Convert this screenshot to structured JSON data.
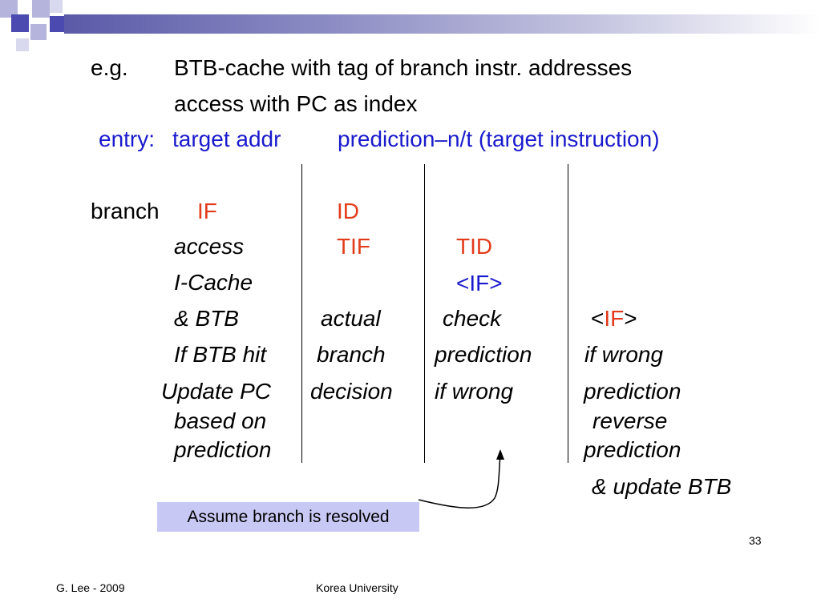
{
  "header": {
    "eg": "e.g.",
    "line1": "BTB-cache with tag of branch instr. addresses",
    "line2": "access with PC as index",
    "entry_label": "entry:",
    "entry_target": "target addr",
    "entry_prediction": "prediction–n/t (target instruction)"
  },
  "pipeline": {
    "branch": "branch",
    "col1": {
      "stage": "IF",
      "lines": [
        "access",
        "I-Cache",
        "& BTB",
        "If BTB hit",
        "Update PC",
        "based on",
        "prediction"
      ]
    },
    "col2": {
      "stage1": "ID",
      "stage2": "TIF",
      "lines": [
        "actual",
        "branch",
        "decision"
      ]
    },
    "col3": {
      "stage": "TID",
      "if_tag": "<IF>",
      "lines": [
        "check",
        "prediction",
        "if wrong"
      ]
    },
    "col4": {
      "if_open": "<",
      "if_text": "IF",
      "if_close": ">",
      "lines": [
        "if wrong",
        "prediction",
        "reverse",
        "prediction",
        "& update BTB"
      ]
    }
  },
  "callout": "Assume branch is resolved",
  "footer": {
    "page_number": "33",
    "author": "G. Lee - 2009",
    "institution": "Korea University"
  },
  "colors": {
    "blue_text": "#1a1acd",
    "red_text": "#e23b1a",
    "callout_bg": "#c8c8f4",
    "deco_dark": "#4a4ab0",
    "deco_light": "#b4b4dc"
  }
}
